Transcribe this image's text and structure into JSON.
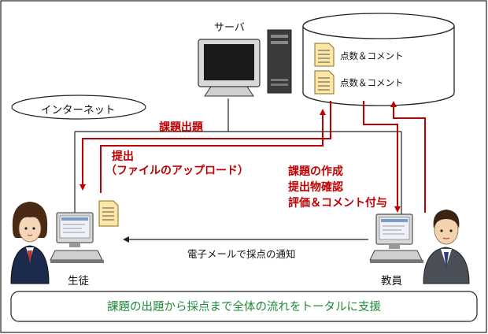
{
  "diagram": {
    "server_label": "サーバ",
    "internet_label": "インターネット",
    "database": {
      "records": [
        {
          "label": "点数＆コメント"
        },
        {
          "label": "点数＆コメント"
        }
      ]
    },
    "flows": {
      "assignment": "課題出題",
      "submission": {
        "title": "提出",
        "detail": "（ファイルのアップロード）"
      },
      "teacher_tasks": [
        "課題の作成",
        "提出物確認",
        "評価＆コメント付与"
      ],
      "notification": "電子メールで採点の通知"
    },
    "actors": {
      "student": "生徒",
      "teacher": "教員"
    },
    "banner": "課題の出題から採点まで全体の流れをトータルに支援"
  },
  "colors": {
    "flow_red": "#c00000",
    "banner_green": "#1f8a3a",
    "outline": "#222222"
  }
}
